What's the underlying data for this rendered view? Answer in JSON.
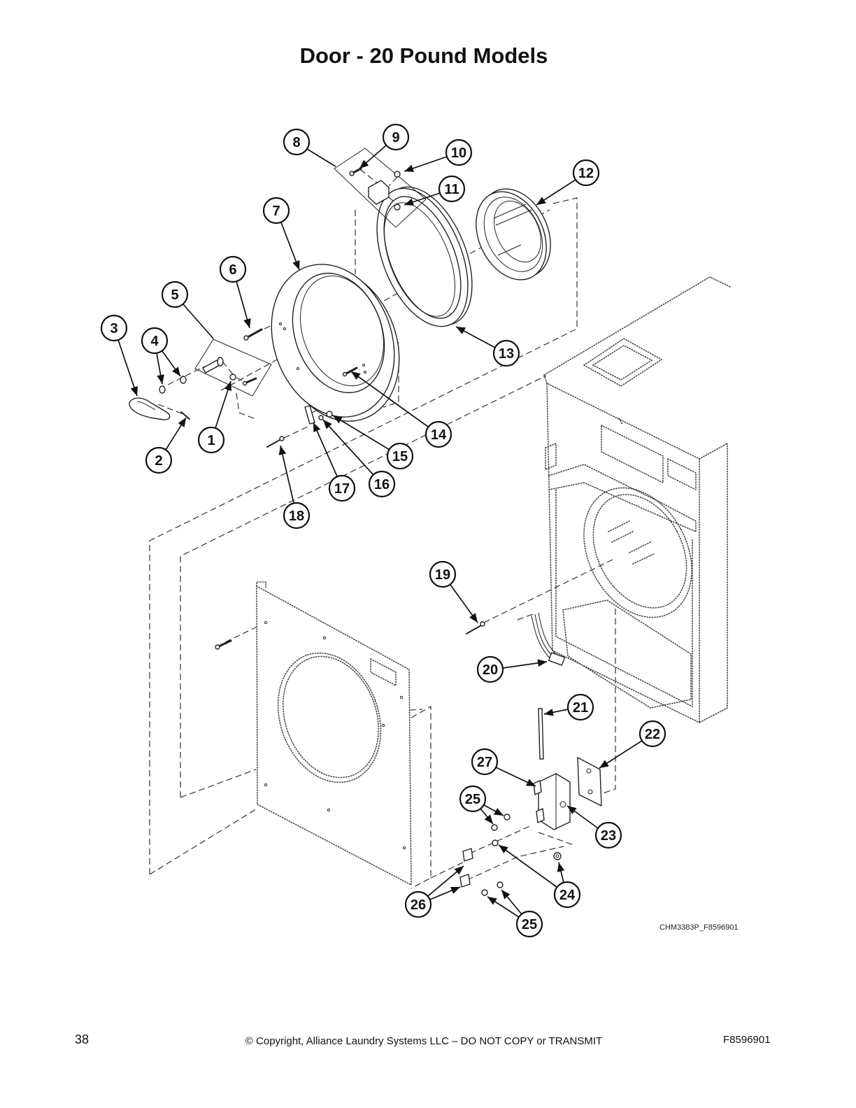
{
  "page": {
    "title": "Door - 20 Pound Models"
  },
  "diagram": {
    "drawing_id": "CHM3383P_F8596901",
    "callouts": [
      "1",
      "2",
      "3",
      "4",
      "5",
      "6",
      "7",
      "8",
      "9",
      "10",
      "11",
      "12",
      "13",
      "14",
      "15",
      "16",
      "17",
      "18",
      "19",
      "20",
      "21",
      "22",
      "23",
      "24",
      "25",
      "26",
      "27",
      "25"
    ]
  },
  "footer": {
    "page_number": "38",
    "copyright": "© Copyright, Alliance Laundry Systems LLC – DO NOT COPY or TRANSMIT",
    "doc_number": "F8596901"
  }
}
